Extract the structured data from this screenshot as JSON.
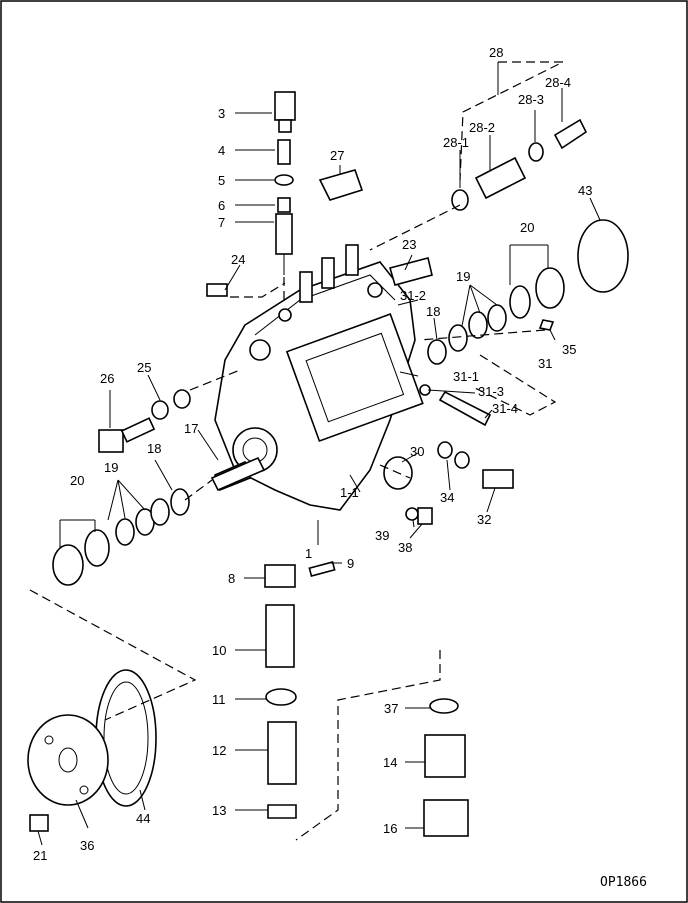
{
  "drawing_code": "OP1866",
  "callouts": [
    "1",
    "1-1",
    "3",
    "4",
    "5",
    "6",
    "7",
    "8",
    "9",
    "10",
    "11",
    "12",
    "13",
    "14",
    "16",
    "17",
    "18",
    "18",
    "19",
    "19",
    "20",
    "20",
    "21",
    "23",
    "24",
    "25",
    "26",
    "27",
    "28",
    "28-1",
    "28-2",
    "28-3",
    "28-4",
    "30",
    "31",
    "31-1",
    "31-2",
    "31-3",
    "31-4",
    "32",
    "34",
    "35",
    "36",
    "37",
    "38",
    "39",
    "43",
    "44"
  ]
}
